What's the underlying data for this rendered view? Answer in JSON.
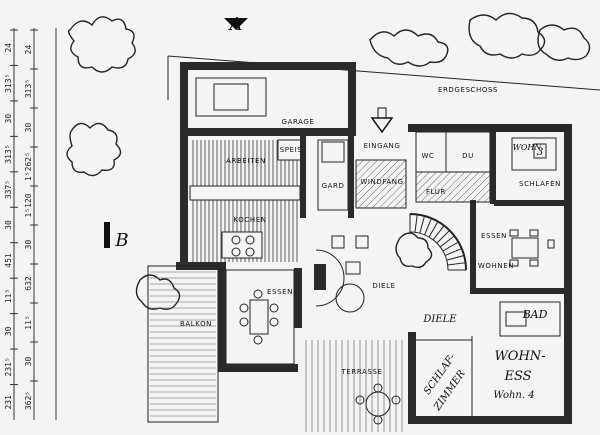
{
  "plan": {
    "markers": {
      "a": "A",
      "b": "B"
    },
    "floor_label": "ERDGESCHOSS",
    "rooms": {
      "garage": "GARAGE",
      "arbeiten": "ARBEITEN",
      "speis": "SPEIS",
      "garderobe": "GARD",
      "eingang": "EINGANG",
      "windfang": "WINDFANG",
      "wc": "WC",
      "dusche": "DU",
      "flur": "FLUR",
      "kochen": "KOCHEN",
      "essen_left": "ESSEN",
      "diele": "DIELE",
      "balkon": "BALKON",
      "terrasse": "TERRASSE",
      "essen_right": "ESSEN",
      "wohnen": "WOHNEN",
      "schlafen": "SCHLAFEN",
      "woh3": "WOHN.",
      "num3": "3"
    },
    "handwritten": {
      "diele": "DIELE",
      "bad": "BAD",
      "schlafzimmer_1": "SCHLAF-",
      "schlafzimmer_2": "ZIMMER",
      "wohn_ess_1": "WOHN-",
      "wohn_ess_2": "ESS",
      "wohn4": "Wohn. 4"
    },
    "dimensions_outer": [
      "24",
      "313⁵",
      "30",
      "313⁵",
      "337⁵",
      "30",
      "451",
      "11⁵",
      "30",
      "231⁵",
      "231"
    ],
    "dimensions_inner": [
      "24",
      "313⁵",
      "30",
      "1⁵262⁵",
      "1⁵120",
      "30",
      "632",
      "11⁵",
      "30",
      "362⁵"
    ]
  }
}
